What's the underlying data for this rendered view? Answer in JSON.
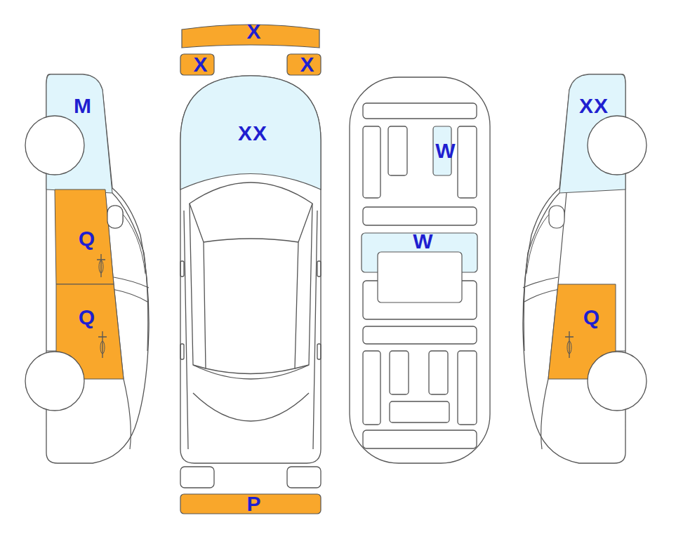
{
  "diagram": {
    "nodes": [
      {
        "text": [
          "X"
        ]
      },
      {
        "text": [
          "X"
        ]
      },
      {
        "text": [
          "X"
        ]
      },
      {
        "text": [
          "M"
        ]
      },
      {
        "text": [
          "XX"
        ]
      },
      {
        "text": [
          "XX"
        ]
      },
      {
        "text": [
          "W"
        ]
      },
      {
        "text": [
          "Q"
        ]
      },
      {
        "text": [
          "W"
        ]
      },
      {
        "text": [
          "Q"
        ]
      },
      {
        "text": [
          "Q"
        ]
      },
      {
        "text": [
          "P"
        ]
      }
    ]
  }
}
